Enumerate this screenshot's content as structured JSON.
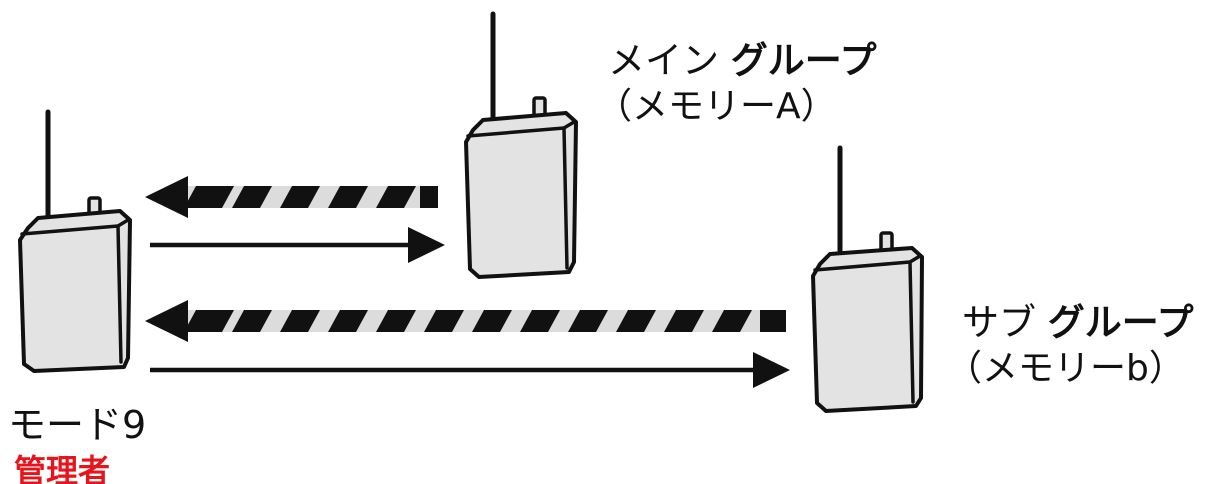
{
  "labels": {
    "main_group": {
      "prefix": "メイン",
      "strong": "グループ",
      "memory": "（メモリーA）"
    },
    "sub_group": {
      "prefix": "サブ",
      "strong": "グループ",
      "memory": "（メモリーb）"
    },
    "left_radio": {
      "mode": "モード9",
      "role": "管理者"
    }
  },
  "colors": {
    "admin_text": "#e8141c",
    "radio_body": "#e3e3e3",
    "stripe_light": "#dcdcdc",
    "ink": "#111111"
  }
}
